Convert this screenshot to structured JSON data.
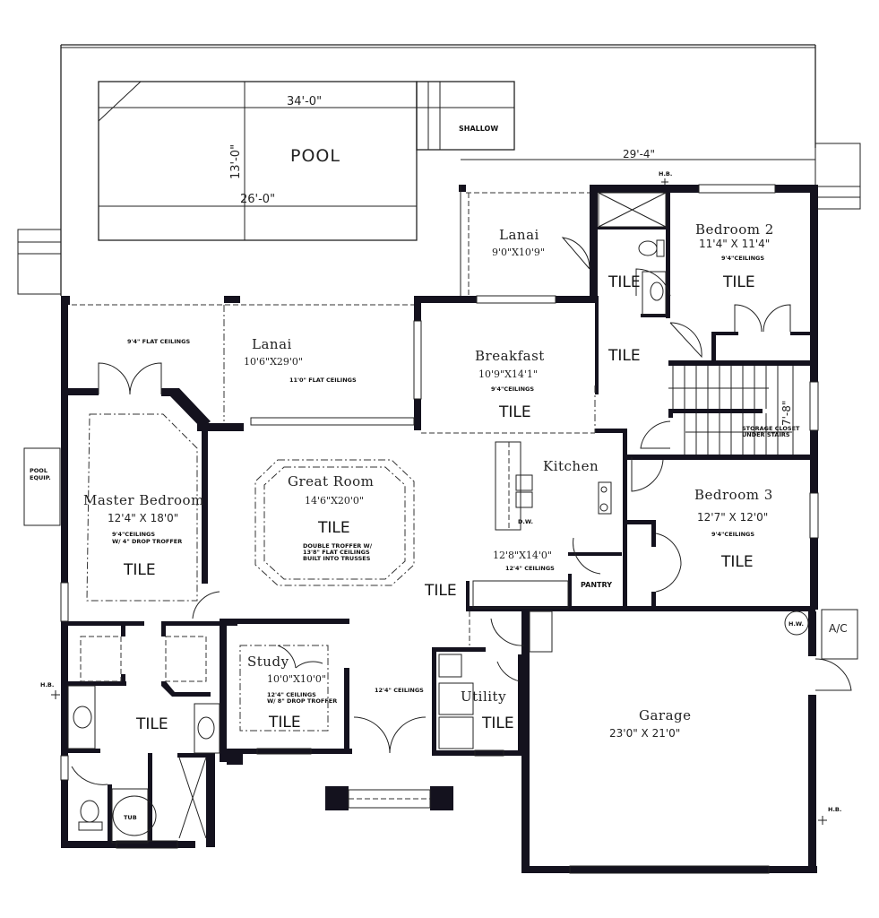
{
  "plan": {
    "pool": {
      "label": "POOL",
      "length_dim": "34'-0\"",
      "inner_length_dim": "26'-0\"",
      "width_dim": "13'-0\"",
      "shallow_label": "SHALLOW"
    },
    "overall_dim_top_right": "29'-4\"",
    "hose_bib_label": "H.B.",
    "pool_equipment_label_1": "POOL",
    "pool_equipment_label_2": "EQUIP.",
    "rooms": {
      "lanai_small": {
        "name": "Lanai",
        "size": "9'0\"X10'9\""
      },
      "bedroom2": {
        "name": "Bedroom 2",
        "size": "11'4\" X 11'4\"",
        "ceiling": "9'4\"CEILINGS",
        "floor": "TILE"
      },
      "bath2": {
        "floor": "TILE"
      },
      "hall": {
        "floor": "TILE"
      },
      "lanai_main": {
        "name": "Lanai",
        "size": "10'6\"X29'0\"",
        "ceiling": "11'0\" FLAT CEILINGS",
        "ceiling_left": "9'4\" FLAT CEILINGS"
      },
      "breakfast": {
        "name": "Breakfast",
        "size": "10'9\"X14'1\"",
        "ceiling": "9'4\"CEILINGS",
        "floor": "TILE"
      },
      "stairs": {
        "dim": "7'-8\"",
        "note_1": "STORAGE CLOSET",
        "note_2": "UNDER STAIRS"
      },
      "master": {
        "name": "Master Bedroom",
        "size": "12'4\" X 18'0\"",
        "ceiling_1": "9'4\"CEILINGS",
        "ceiling_2": "W/ 4\" DROP TROFFER",
        "floor": "TILE"
      },
      "great_room": {
        "name": "Great Room",
        "size": "14'6\"X20'0\"",
        "floor": "TILE",
        "note_1": "DOUBLE TROFFER W/",
        "note_2": "13'8\" FLAT CEILINGS",
        "note_3": "BUILT INTO TRUSSES"
      },
      "kitchen": {
        "name": "Kitchen",
        "size": "12'8\"X14'0\"",
        "ceiling": "12'4\" CEILINGS",
        "dishwasher": "D.W.",
        "pantry": "PANTRY"
      },
      "bedroom3": {
        "name": "Bedroom 3",
        "size": "12'7\" X 12'0\"",
        "ceiling": "9'4\"CEILINGS",
        "floor": "TILE"
      },
      "foyer": {
        "floor": "TILE",
        "ceiling": "12'4\" CEILINGS"
      },
      "master_bath": {
        "floor": "TILE",
        "tub": "TUB"
      },
      "study": {
        "name": "Study",
        "size": "10'0\"X10'0\"",
        "ceiling_1": "12'4\" CEILINGS",
        "ceiling_2": "W/ 8\" DROP TROFFER",
        "floor": "TILE"
      },
      "utility": {
        "name": "Utility",
        "floor": "TILE"
      },
      "garage": {
        "name": "Garage",
        "size": "23'0\" X 21'0\"",
        "water_heater": "H.W.",
        "ac": "A/C"
      }
    }
  }
}
